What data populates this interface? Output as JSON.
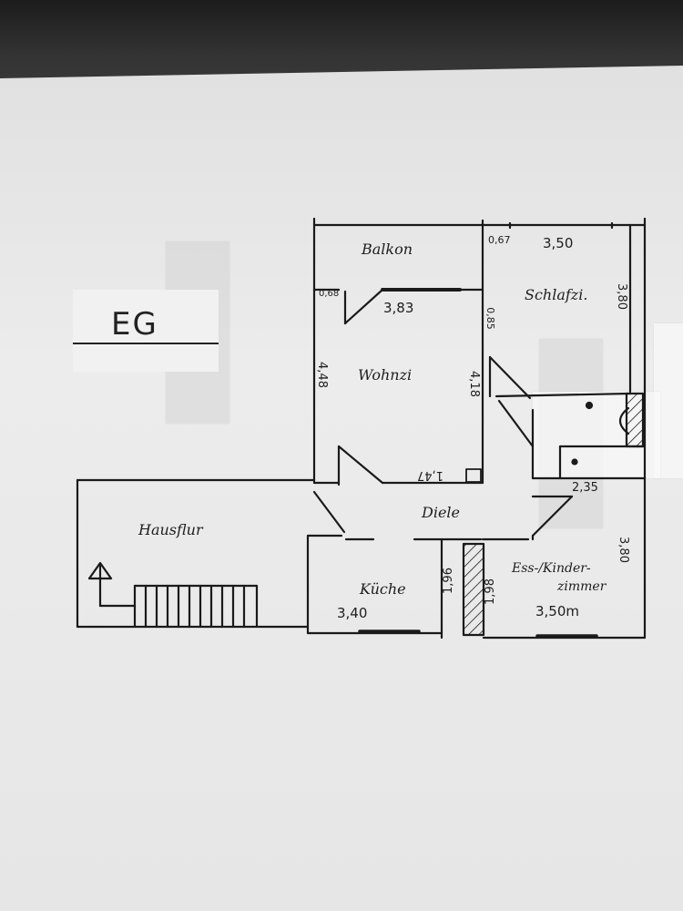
{
  "sheet": {
    "floor_label": "EG"
  },
  "rooms": {
    "balkon": "Balkon",
    "schlafzimmer": "Schlafzi.",
    "wohnzimmer": "Wohnzi",
    "diele": "Diele",
    "hausflur": "Hausflur",
    "kueche": "Küche",
    "esszimmer_line1": "Ess-/Kinder-",
    "esszimmer_line2": "zimmer"
  },
  "dimensions": {
    "balkon_depth": "0,67",
    "schlafzimmer_width": "3,50",
    "schlafzimmer_depth": "3,80",
    "wohnzimmer_wall_a": "0,68",
    "wohnzimmer_width": "3,83",
    "wohnzimmer_wall_b": "0,85",
    "wohnzimmer_depth_left": "4,48",
    "wohnzimmer_depth_right": "4,18",
    "wohnzimmer_bottom": "1,47",
    "bad_width": "2,35",
    "esszimmer_depth": "3,80",
    "kueche_depth": "1,96",
    "kamin_depth": "1,98",
    "kueche_width": "3,40",
    "esszimmer_width": "3,50m"
  }
}
